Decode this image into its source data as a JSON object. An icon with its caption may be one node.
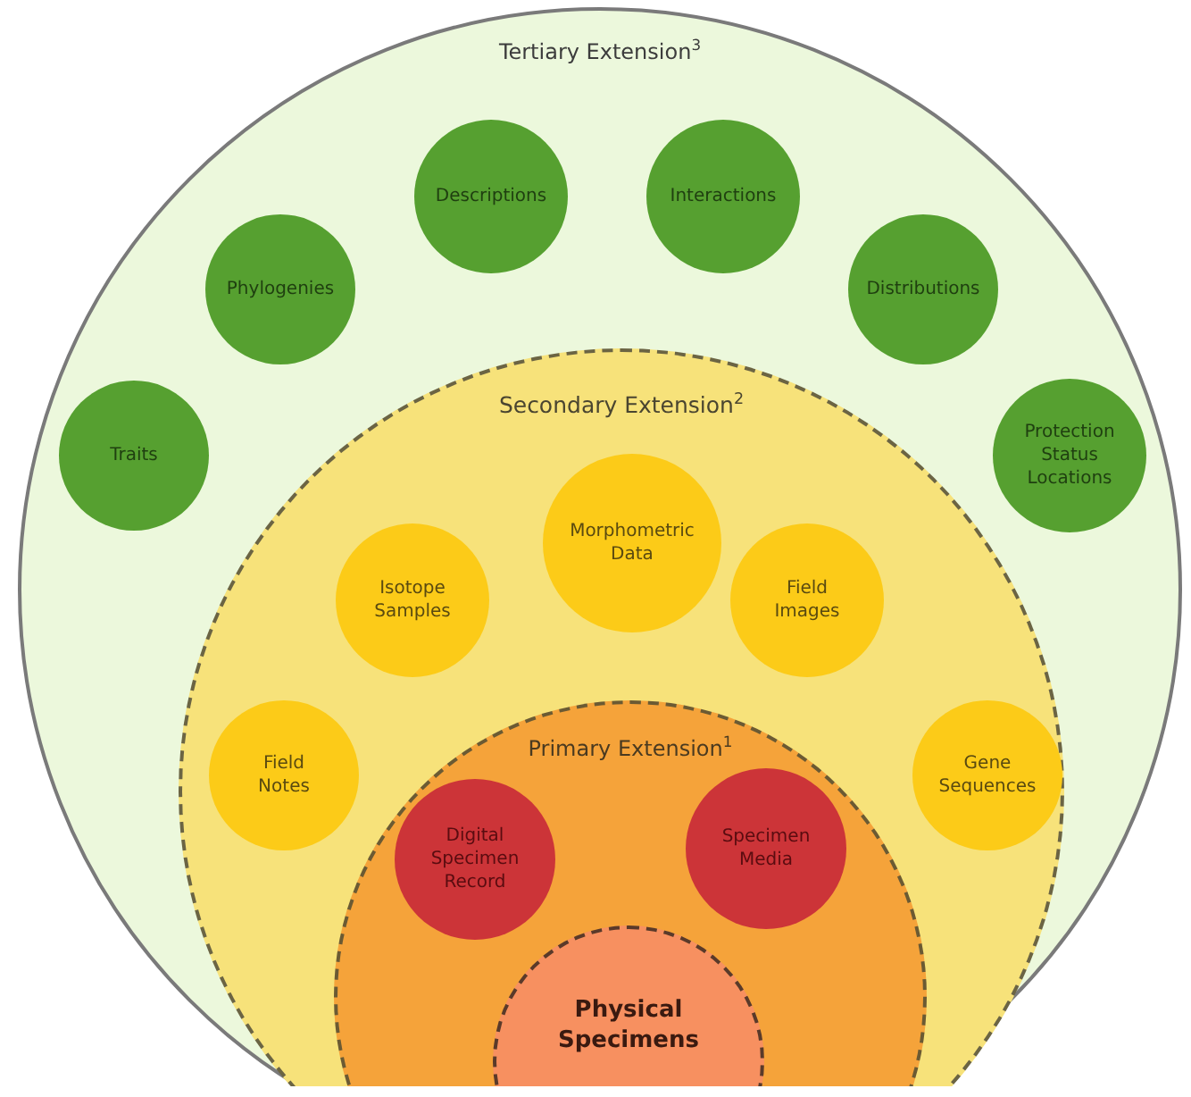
{
  "diagram": {
    "nodes": [
      {
        "text": [
          "Tertiary Extension$^{3}$"
        ]
      },
      {
        "text": [
          "Traits"
        ],
        "in": 0
      },
      {
        "text": [
          "Phylogenies"
        ],
        "in": 0
      },
      {
        "text": [
          "Descriptions"
        ],
        "in": 0
      },
      {
        "text": [
          "Interactions"
        ],
        "in": 0
      },
      {
        "text": [
          "Distributions"
        ],
        "in": 0
      },
      {
        "text": [
          "Protection Status Locations"
        ],
        "in": 0
      },
      {
        "text": [
          "Secondary Extension$^{2}$"
        ],
        "in": 0
      },
      {
        "text": [
          "Morphometric Data"
        ],
        "in": 7
      },
      {
        "text": [
          "Isotope Samples"
        ],
        "in": 7
      },
      {
        "text": [
          "Field Images"
        ],
        "in": 7
      },
      {
        "text": [
          "Field Notes"
        ],
        "in": 7
      },
      {
        "text": [
          "Gene Sequences"
        ],
        "in": 7
      },
      {
        "text": [
          "Primary Extension$^{1}$"
        ],
        "in": 7
      },
      {
        "text": [
          "Digital Specimen Record"
        ],
        "in": 13
      },
      {
        "text": [
          "Specimen Media"
        ],
        "in": 13
      },
      {
        "text": [
          "Physical Specimens"
        ],
        "in": 13
      }
    ]
  }
}
